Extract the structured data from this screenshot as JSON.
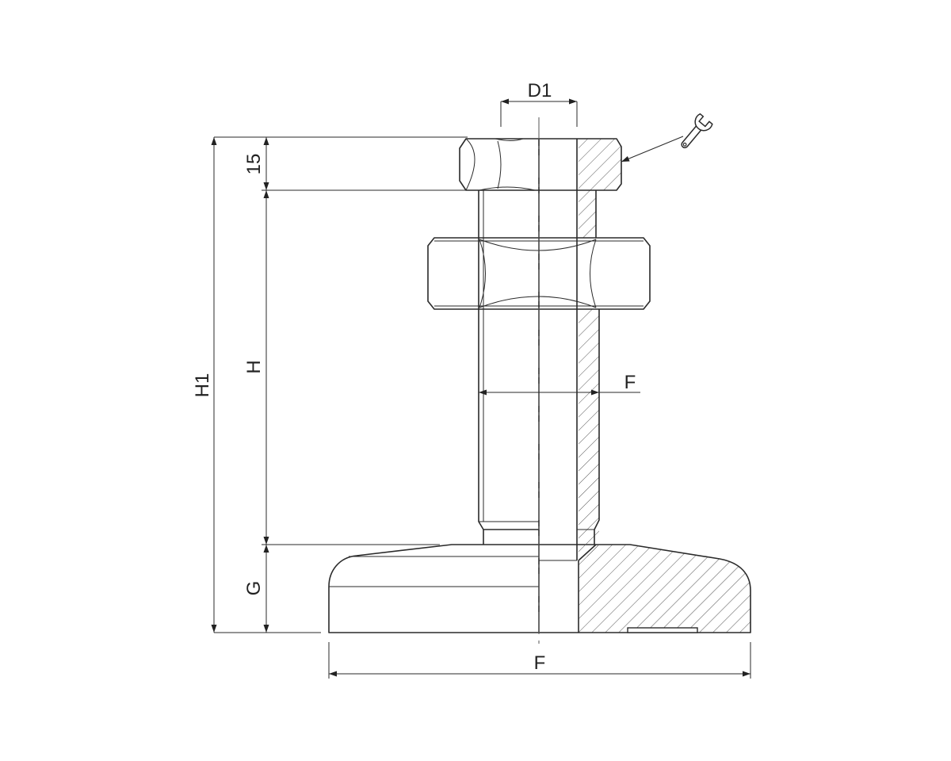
{
  "drawing": {
    "dimensions": {
      "d1": "D1",
      "nut_height": "15",
      "h1": "H1",
      "h": "H",
      "g": "G",
      "f_thread": "F",
      "f_base": "F"
    },
    "icons": {
      "wrench": "wrench-icon"
    }
  }
}
